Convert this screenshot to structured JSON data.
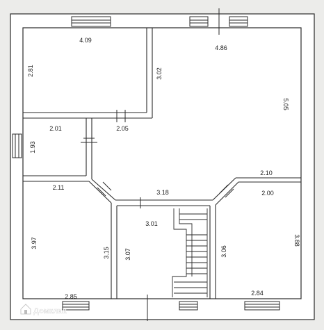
{
  "plan": {
    "dimensions": {
      "room_top_left_width": "4.09",
      "room_top_left_height": "2.81",
      "room_top_left_right_wall": "3.02",
      "room_top_right_width": "4.86",
      "room_top_right_height": "5.05",
      "room_small_width": "2.01",
      "room_small_height": "1.93",
      "corridor_top": "2.05",
      "bottom_left_top": "2.11",
      "bottom_left_height": "3.97",
      "bottom_left_width": "2.85",
      "bottom_left_right_wall": "3.15",
      "center_top": "3.18",
      "stair_room_width": "3.01",
      "stair_room_height": "3.07",
      "bottom_right_top_wall": "2.10",
      "bottom_right_width": "2.00",
      "bottom_right_left_wall": "3.06",
      "bottom_right_height": "3.88",
      "bottom_right_bottom": "2.84"
    },
    "watermark": "Домклик"
  }
}
